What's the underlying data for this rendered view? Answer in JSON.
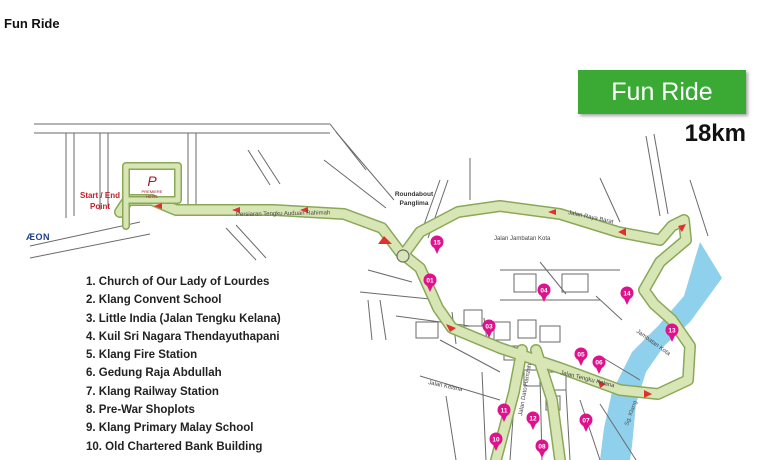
{
  "page": {
    "title": "Fun Ride"
  },
  "route": {
    "name": "Fun Ride",
    "distance": "18km"
  },
  "colors": {
    "badge": "#3aaa35",
    "route_fill": "#d8e6b6",
    "route_edge": "#8aa858",
    "river": "#8fd0ec",
    "marker": "#e0118c",
    "arrow": "#e03030"
  },
  "map_labels": {
    "start_end": [
      "Start / End",
      "Point"
    ],
    "aeon": "ÆON",
    "roundabout": [
      "Roundabout",
      "Panglima"
    ],
    "premiere": [
      "PREMIERE",
      "HOTEL"
    ],
    "streets": {
      "persiaran": "Persiaran Tengku Auduan Rahimah",
      "jembatan": "Jalan Jambatan Kota",
      "raya_barat": "Jalan Raya Barat",
      "kelana_upper": "Jalan Tengku Kelana",
      "kelana_lower": "Jalan Kelana",
      "dato_hamzah": "Jalan Dato Hamzah",
      "jambatan_kota_side": "Jambatan Kota",
      "sg_klang": "Sg. Klang"
    }
  },
  "landmarks": [
    "1. Church of Our Lady of Lourdes",
    "2. Klang Convent School",
    "3. Little India (Jalan Tengku Kelana)",
    "4. Kuil Sri Nagara Thendayuthapani",
    "5. Klang Fire Station",
    "6. Gedung Raja Abdullah",
    "7. Klang Railway Station",
    "8. Pre-War Shoplots",
    "9. Klang Primary Malay School",
    "10. Old Chartered Bank Building"
  ],
  "markers": [
    "01",
    "03",
    "04",
    "05",
    "06",
    "07",
    "08",
    "10",
    "11",
    "12",
    "13",
    "14",
    "15"
  ],
  "icons": [
    "hotel-logo-icon",
    "location-pin-icon",
    "direction-arrow-icon"
  ]
}
